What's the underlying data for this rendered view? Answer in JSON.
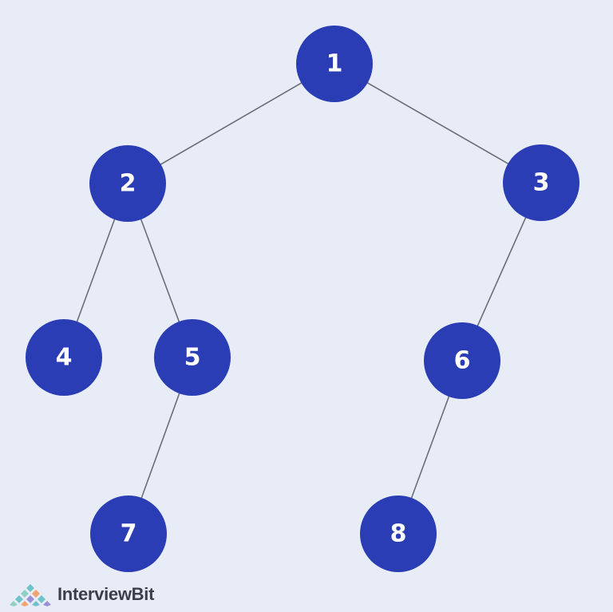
{
  "diagram": {
    "type": "binary-tree",
    "node_color": "#2a3db4",
    "edge_color": "#6b6f7a",
    "background": "#e8ecf6",
    "nodes": [
      {
        "id": "1",
        "label": "1"
      },
      {
        "id": "2",
        "label": "2"
      },
      {
        "id": "3",
        "label": "3"
      },
      {
        "id": "4",
        "label": "4"
      },
      {
        "id": "5",
        "label": "5"
      },
      {
        "id": "6",
        "label": "6"
      },
      {
        "id": "7",
        "label": "7"
      },
      {
        "id": "8",
        "label": "8"
      }
    ],
    "edges": [
      {
        "from": "1",
        "to": "2"
      },
      {
        "from": "1",
        "to": "3"
      },
      {
        "from": "2",
        "to": "4"
      },
      {
        "from": "2",
        "to": "5"
      },
      {
        "from": "3",
        "to": "6"
      },
      {
        "from": "5",
        "to": "7"
      },
      {
        "from": "6",
        "to": "8"
      }
    ]
  },
  "branding": {
    "logo_text": "InterviewBit",
    "logo_icon": "interviewbit-logo-icon"
  }
}
